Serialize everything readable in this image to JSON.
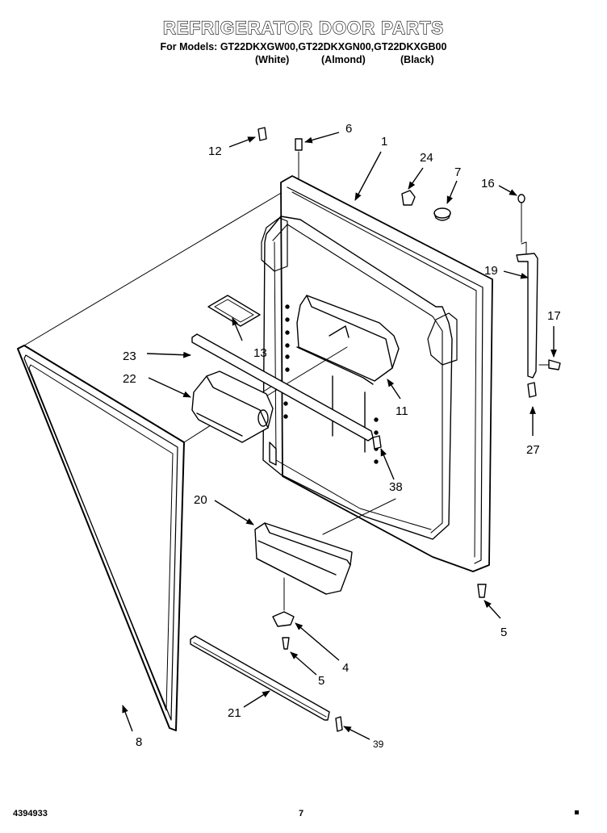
{
  "title": "REFRIGERATOR DOOR PARTS",
  "models_line": "For Models: GT22DKXGW00,GT22DKXGN00,GT22DKXGB00",
  "colors": [
    "(White)",
    "(Almond)",
    "(Black)"
  ],
  "footer": {
    "doc_number": "4394933",
    "page_number": "7"
  },
  "callouts": {
    "c1": "1",
    "c4": "4",
    "c5a": "5",
    "c5b": "5",
    "c6": "6",
    "c7": "7",
    "c8": "8",
    "c11": "11",
    "c12": "12",
    "c13": "13",
    "c16": "16",
    "c17": "17",
    "c19": "19",
    "c20": "20",
    "c21": "21",
    "c22": "22",
    "c23": "23",
    "c24": "24",
    "c27": "27",
    "c38": "38",
    "c39": "39"
  }
}
